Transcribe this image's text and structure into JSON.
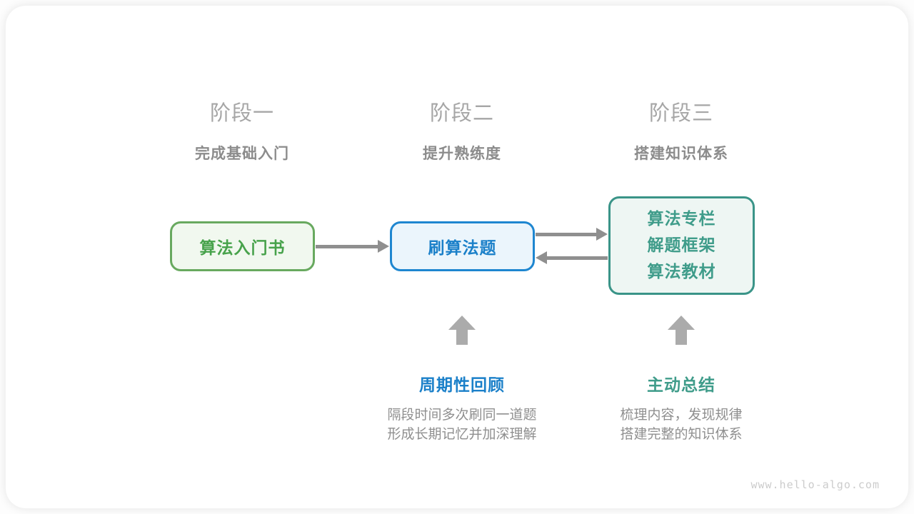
{
  "diagram": {
    "stages": [
      {
        "number": "阶段一",
        "subtitle": "完成基础入门"
      },
      {
        "number": "阶段二",
        "subtitle": "提升熟练度"
      },
      {
        "number": "阶段三",
        "subtitle": "搭建知识体系"
      }
    ],
    "nodes": {
      "intro_book": {
        "label": "算法入门书"
      },
      "practice": {
        "label": "刷算法题"
      },
      "knowledge": {
        "lines": [
          "算法专栏",
          "解题框架",
          "算法教材"
        ]
      }
    },
    "callouts": [
      {
        "title": "周期性回顾",
        "lines": [
          "隔段时间多次刷同一道题",
          "形成长期记忆并加深理解"
        ]
      },
      {
        "title": "主动总结",
        "lines": [
          "梳理内容，发现规律",
          "搭建完整的知识体系"
        ]
      }
    ],
    "watermark": "www.hello-algo.com",
    "colors": {
      "green_border": "#68a95f",
      "green_bg": "#f1f8ef",
      "green_text": "#47a24b",
      "blue_border": "#1e86d0",
      "blue_bg": "#ebf5fc",
      "blue_text": "#1b80c9",
      "teal_border": "#3a9488",
      "teal_bg": "#eef6f3",
      "teal_text": "#3f9c8a",
      "arrow_gray": "#8f8f8f",
      "up_arrow_gray": "#ababab",
      "stage_number_gray": "#a6a6a6",
      "stage_subtitle_gray": "#8c8c8c",
      "description_gray": "#8f8f8f",
      "watermark_gray": "#cccccc"
    }
  }
}
